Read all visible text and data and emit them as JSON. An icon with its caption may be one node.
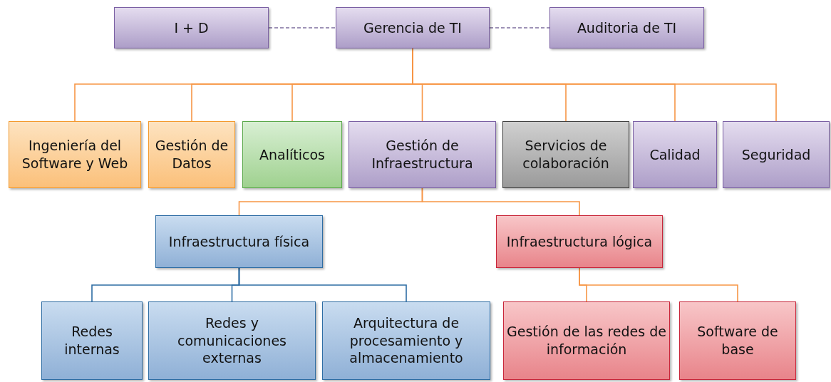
{
  "diagram": {
    "nodes": [
      {
        "text": [
          "I + D"
        ]
      },
      {
        "text": [
          "Gerencia de TI"
        ]
      },
      {
        "text": [
          "Auditoria de TI"
        ]
      },
      {
        "text": [
          "Ingeniería del Software y Web"
        ]
      },
      {
        "text": [
          "Gestión de Datos"
        ]
      },
      {
        "text": [
          "Analíticos"
        ]
      },
      {
        "text": [
          "Gestión de Infraestructura"
        ]
      },
      {
        "text": [
          "Servicios de colaboración"
        ]
      },
      {
        "text": [
          "Calidad"
        ]
      },
      {
        "text": [
          "Seguridad"
        ]
      },
      {
        "text": [
          "Infraestructura física"
        ]
      },
      {
        "text": [
          "Infraestructura lógica"
        ]
      },
      {
        "text": [
          "Redes internas"
        ]
      },
      {
        "text": [
          "Redes y comunicaciones externas"
        ]
      },
      {
        "text": [
          "Arquitectura de procesamiento y almacenamiento"
        ]
      },
      {
        "text": [
          "Gestión de las redes de información"
        ]
      },
      {
        "text": [
          "Software de base"
        ]
      }
    ],
    "edges": [
      {
        "from": 0,
        "to": 1,
        "arrow": "none",
        "style": "dashed",
        "color": "#7f6f9f"
      },
      {
        "from": 1,
        "to": 2,
        "arrow": "none",
        "style": "dashed",
        "color": "#7f6f9f"
      },
      {
        "from": 1,
        "to": 3,
        "arrow": "none"
      },
      {
        "from": 1,
        "to": 4,
        "arrow": "none"
      },
      {
        "from": 1,
        "to": 5,
        "arrow": "none"
      },
      {
        "from": 1,
        "to": 6,
        "arrow": "none"
      },
      {
        "from": 1,
        "to": 7,
        "arrow": "none"
      },
      {
        "from": 1,
        "to": 8,
        "arrow": "none"
      },
      {
        "from": 1,
        "to": 9,
        "arrow": "none"
      },
      {
        "from": 6,
        "to": 10,
        "arrow": "none"
      },
      {
        "from": 6,
        "to": 11,
        "arrow": "none"
      },
      {
        "from": 10,
        "to": 12,
        "arrow": "none",
        "color": "#2e6da4"
      },
      {
        "from": 10,
        "to": 13,
        "arrow": "none",
        "color": "#2e6da4"
      },
      {
        "from": 10,
        "to": 14,
        "arrow": "none",
        "color": "#2e6da4"
      },
      {
        "from": 11,
        "to": 15,
        "arrow": "none"
      },
      {
        "from": 11,
        "to": 16,
        "arrow": "none"
      }
    ]
  }
}
